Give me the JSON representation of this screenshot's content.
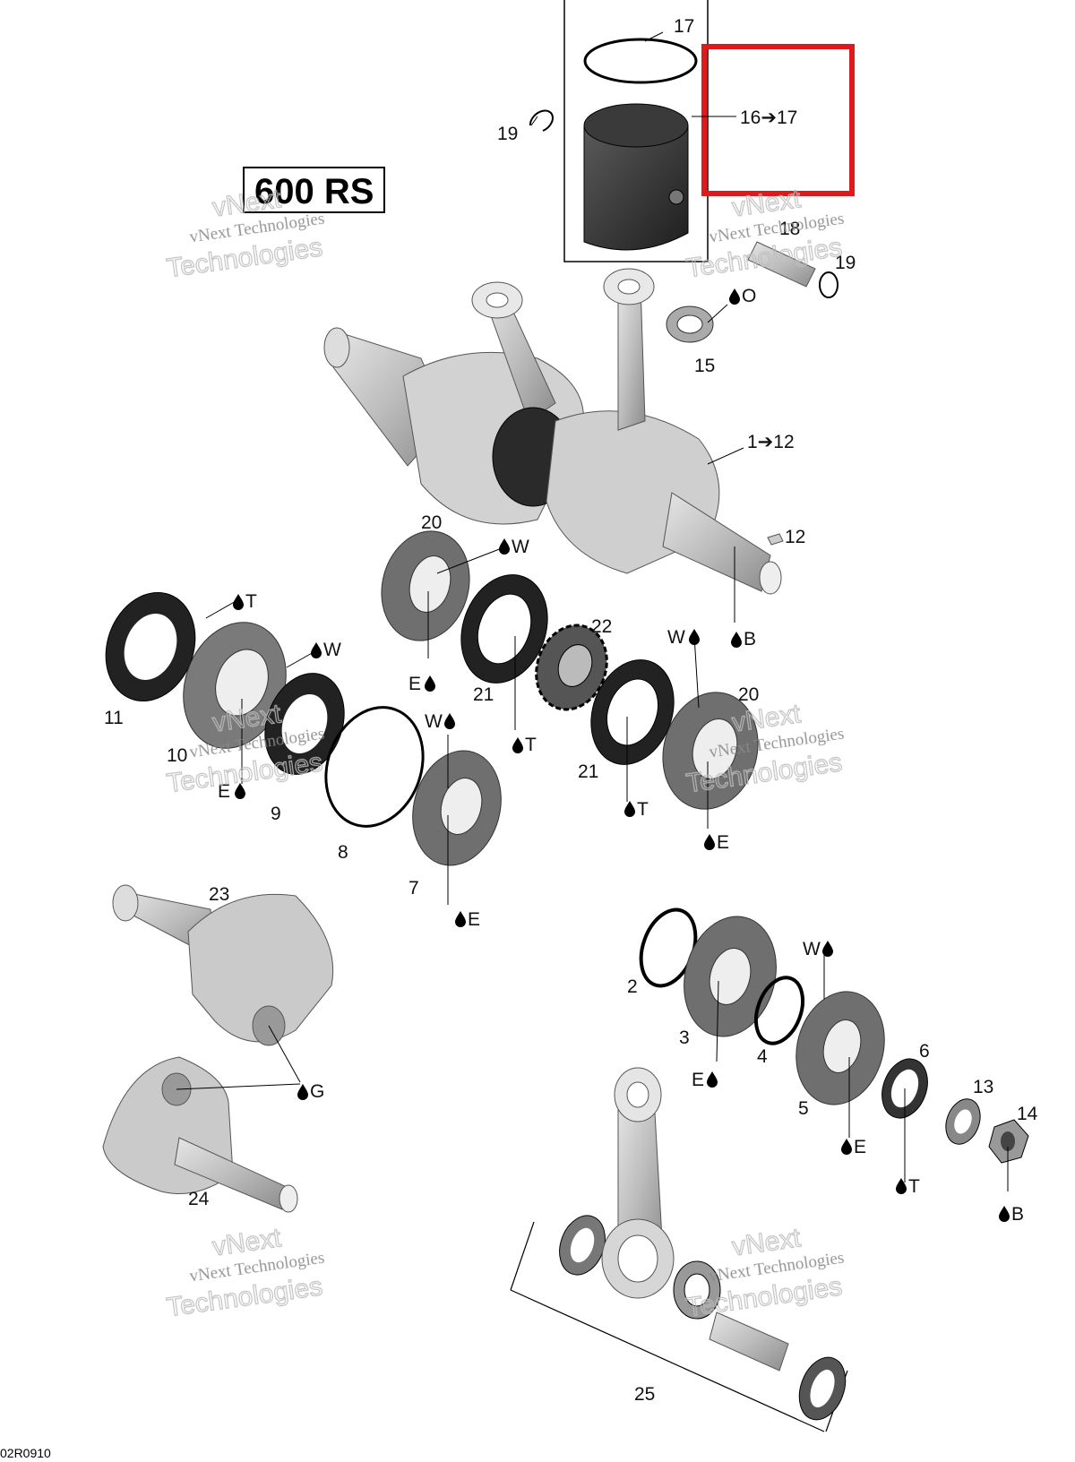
{
  "title": "600 RS",
  "figure_ref": "02R0910",
  "highlight": {
    "text": "16➔17",
    "color": "#e0191c"
  },
  "watermark": {
    "line1": "vNext Technologies",
    "line2": "Technologies",
    "line3": "vNext"
  },
  "labels": {
    "n17": "17",
    "n19a": "19",
    "n18": "18",
    "n19b": "19",
    "n15": "15",
    "n1_12": "1➔12",
    "n12": "12",
    "n20a": "20",
    "n11": "11",
    "n10": "10",
    "n9": "9",
    "n8": "8",
    "n7": "7",
    "n21a": "21",
    "n22": "22",
    "n21b": "21",
    "n20b": "20",
    "n23": "23",
    "n24": "24",
    "n2": "2",
    "n3": "3",
    "n4": "4",
    "n5": "5",
    "n6": "6",
    "n13": "13",
    "n14": "14",
    "n25": "25"
  },
  "lube": {
    "O": "O",
    "W": "W",
    "T": "T",
    "E": "E",
    "B": "B",
    "G": "G"
  }
}
